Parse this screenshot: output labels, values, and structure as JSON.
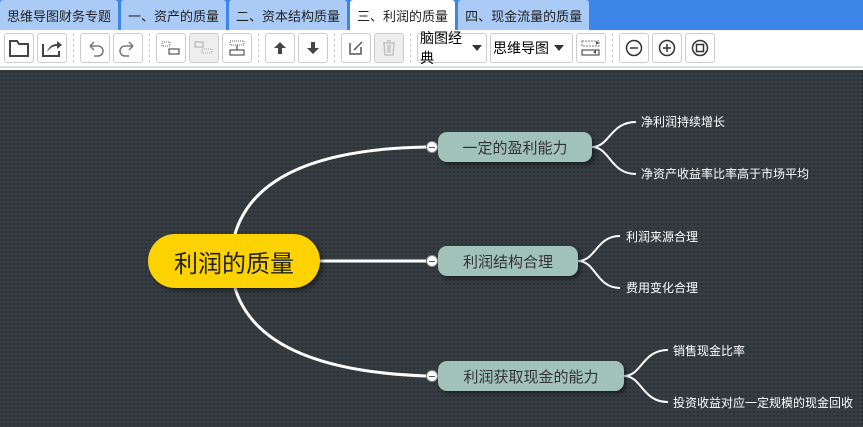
{
  "tabs": [
    {
      "label": "思维导图财务专题"
    },
    {
      "label": "一、资产的质量"
    },
    {
      "label": "二、资本结构质量"
    },
    {
      "label": "三、利润的质量",
      "active": true
    },
    {
      "label": "四、现金流量的质量"
    }
  ],
  "toolbar": {
    "layout_select": "脑图经典",
    "type_select": "思维导图"
  },
  "mindmap": {
    "root": "利润的质量",
    "branches": [
      {
        "label": "一定的盈利能力",
        "children": [
          "净利润持续增长",
          "净资产收益率比率高于市场平均"
        ]
      },
      {
        "label": "利润结构合理",
        "children": [
          "利润来源合理",
          "费用变化合理"
        ]
      },
      {
        "label": "利润获取现金的能力",
        "children": [
          "销售现金比率",
          "投资收益对应一定规模的现金回收"
        ]
      }
    ]
  },
  "colors": {
    "root": "#fcd200",
    "branch": "#a0c2b9",
    "canvas": "#363d42",
    "tabbar": "#3b86e8"
  }
}
